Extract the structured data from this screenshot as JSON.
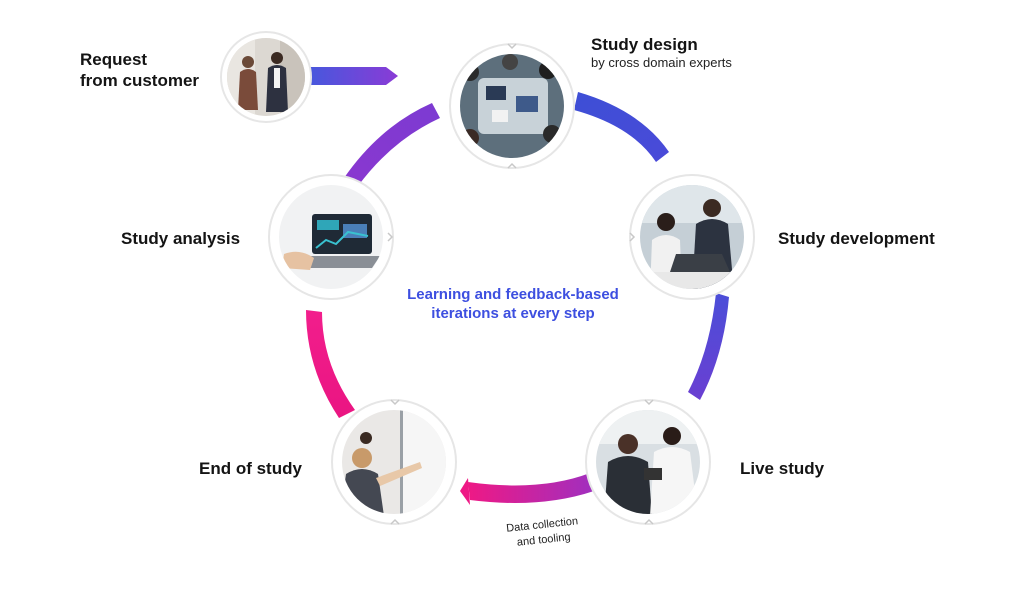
{
  "diagram": {
    "steps": [
      {
        "id": "request",
        "title": "Request\nfrom customer",
        "subtitle": "",
        "photo_icon": "business-meeting-photo-icon"
      },
      {
        "id": "design",
        "title": "Study design",
        "subtitle": "by cross domain experts",
        "photo_icon": "team-collaboration-photo-icon"
      },
      {
        "id": "development",
        "title": "Study development",
        "subtitle": "",
        "photo_icon": "laptop-coworkers-photo-icon"
      },
      {
        "id": "live",
        "title": "Live study",
        "subtitle": "",
        "photo_icon": "doctor-patient-tablet-photo-icon"
      },
      {
        "id": "end",
        "title": "End of study",
        "subtitle": "",
        "photo_icon": "whiteboard-presentation-photo-icon"
      },
      {
        "id": "analysis",
        "title": "Study analysis",
        "subtitle": "",
        "photo_icon": "data-dashboard-laptop-photo-icon"
      }
    ],
    "center_note": [
      "Learning and feedback-based",
      "iterations at every step"
    ],
    "arc_note": [
      "Data collection",
      "and tooling"
    ],
    "colors": {
      "blue": "#3b4fd8",
      "purple": "#7a3dd0",
      "magenta": "#e0158a",
      "accent_text": "#3d4fe0",
      "ring": "#e6e6e6"
    }
  }
}
